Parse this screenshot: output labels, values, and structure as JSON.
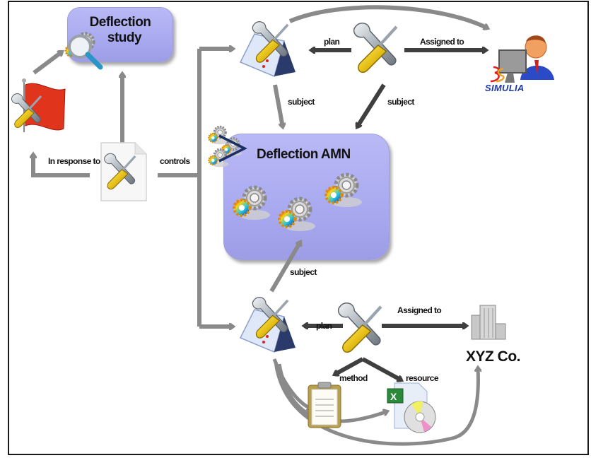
{
  "diagram": {
    "nodes": {
      "deflection_study": {
        "label_line1": "Deflection",
        "label_line2": "study"
      },
      "deflection_amn": {
        "label": "Deflection AMN"
      },
      "simulia_user": {
        "brand": "SIMULIA",
        "logo_mark": "DS"
      },
      "xyz_company": {
        "label": "XYZ Co."
      }
    },
    "edge_labels": {
      "in_response_to": "In response to",
      "controls": "controls",
      "plan_top": "plan",
      "assigned_to_top": "Assigned to",
      "subject_top_left": "subject",
      "subject_top_right": "subject",
      "subject_bottom": "subject",
      "plan_bottom": "plan",
      "assigned_to_bottom": "Assigned to",
      "method": "method",
      "resource": "resource"
    },
    "icons": [
      "flag-tools-icon",
      "magnifier-gear-icon",
      "document-tools-icon",
      "calendar-tools-icon",
      "tools-icon",
      "user-computer-icon",
      "gear-network-icon",
      "gear-pair-icon",
      "building-icon",
      "clipboard-icon",
      "spreadsheet-disc-icon"
    ],
    "colors": {
      "box_fill": "#aeaef2",
      "arrow_light": "#8a8a8a",
      "arrow_dark": "#3f3f3f",
      "text": "#111111"
    }
  }
}
